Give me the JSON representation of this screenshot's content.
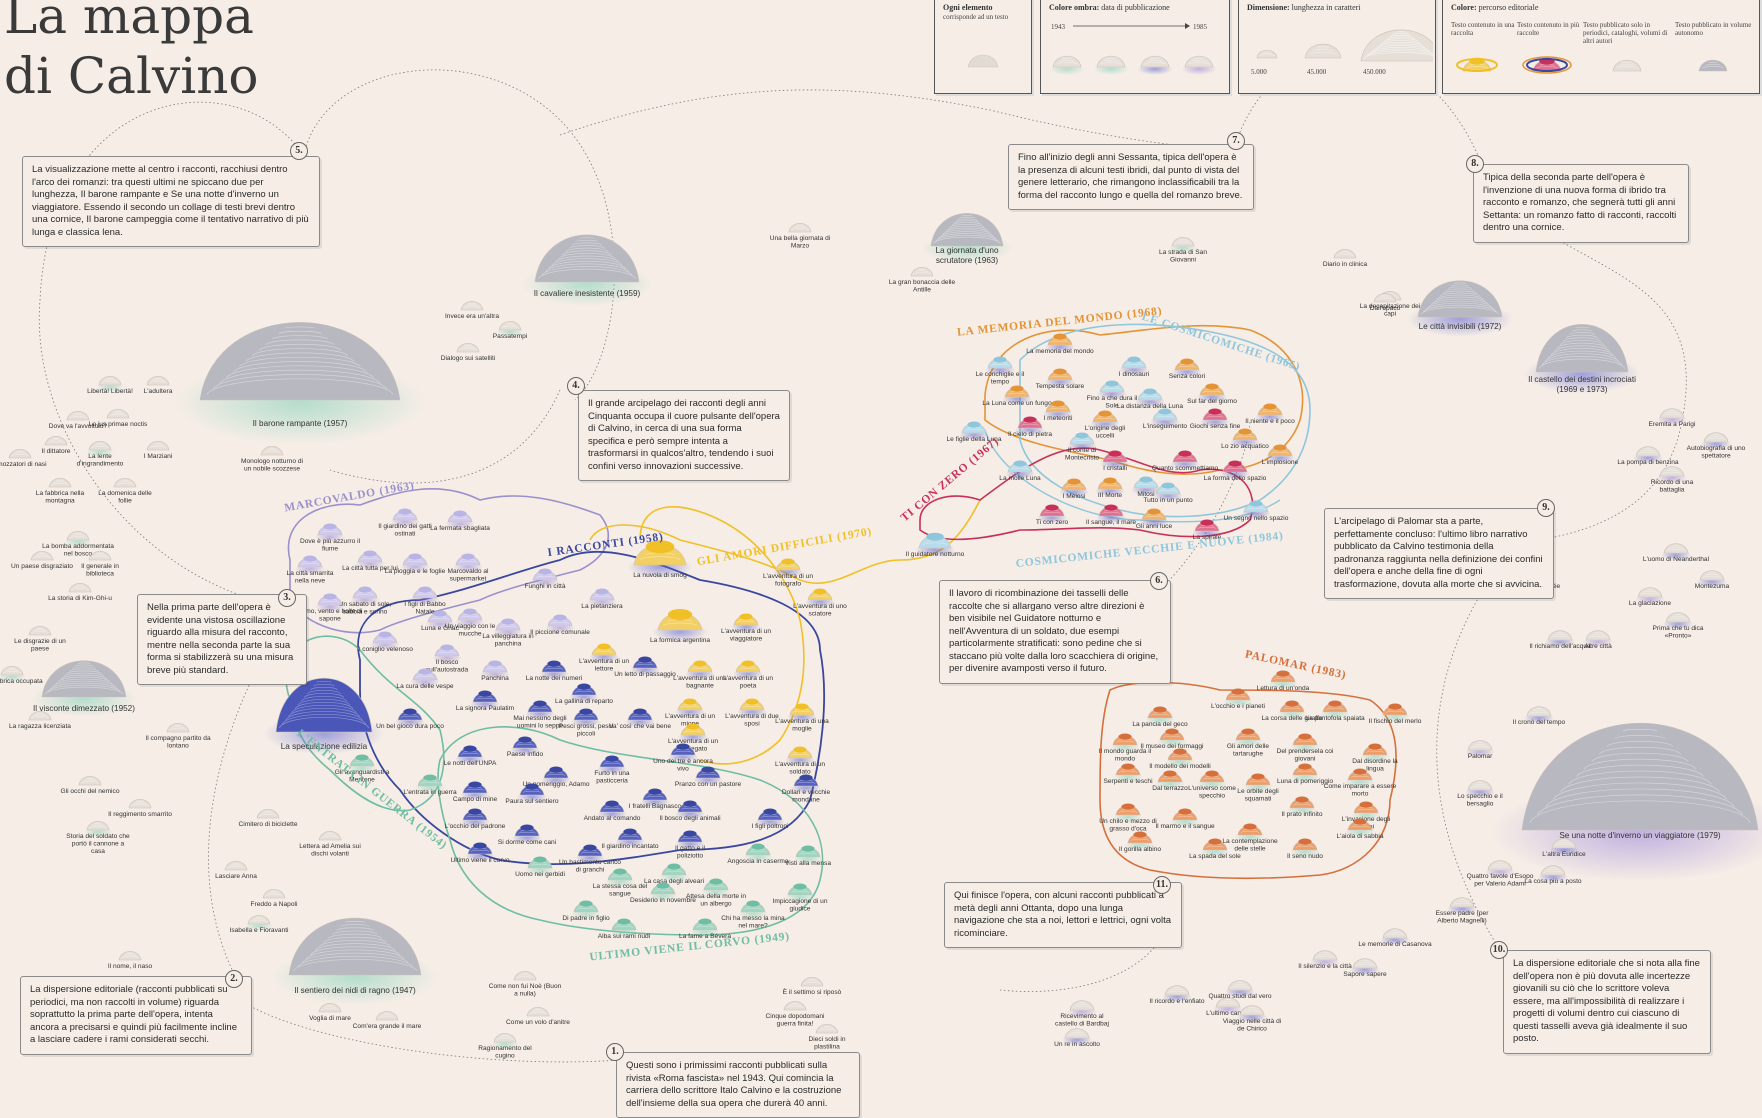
{
  "title": "La mappa\ndi Calvino",
  "legend": {
    "element": {
      "title": "Ogni elemento",
      "sub": "corrisponde ad un testo"
    },
    "shadow": {
      "title": "Colore ombra:",
      "sub": "data di pubblicazione",
      "from": "1943",
      "to": "1985"
    },
    "size": {
      "title": "Dimensione:",
      "sub": "lunghezza in caratteri",
      "values": [
        "5.000",
        "45.000",
        "450.000"
      ]
    },
    "path": {
      "title": "Colore:",
      "sub": "percorso editoriale",
      "items": [
        "Testo contenuto in una raccolta",
        "Testo contenuto in più raccolte",
        "Testo pubblicato solo in periodici, cataloghi, volumi di altri autori",
        "Testo pubblicato in volume autonomo"
      ]
    }
  },
  "colors": {
    "background": "#f5ede6",
    "blue": "#3a47a0",
    "yellow": "#f0c026",
    "teal": "#6fbda2",
    "lavender": "#9a90cc",
    "orange": "#e39436",
    "lightblue": "#8fc6dc",
    "crimson": "#c8305a",
    "rust": "#d5703c",
    "mound": "#b8b8c0",
    "mound_light": "#e6dfd8"
  },
  "notes": [
    {
      "n": "1.",
      "text": "Questi sono i primissimi racconti pubblicati sulla rivista «Roma fascista» nel 1943. Qui comincia la carriera dello scrittore Italo Calvino e la costruzione dell'insieme della sua opera che durerà 40 anni."
    },
    {
      "n": "2.",
      "text": "La dispersione editoriale (racconti pubblicati su periodici, ma non raccolti in volume) riguarda soprattutto la prima parte dell'opera, intenta ancora a precisarsi e quindi più facilmente incline a lasciare cadere i rami considerati secchi."
    },
    {
      "n": "3.",
      "text": "Nella prima parte dell'opera è evidente una vistosa oscillazione riguardo alla misura del racconto, mentre nella seconda parte la sua forma si stabilizzerà su una misura breve più standard."
    },
    {
      "n": "4.",
      "text": "Il grande arcipelago dei racconti degli anni Cinquanta occupa il cuore pulsante dell'opera di Calvino, in cerca di una sua forma specifica e però sempre intenta a trasformarsi in qualcos'altro, tendendo i suoi confini verso innovazioni successive."
    },
    {
      "n": "5.",
      "text": "La visualizzazione mette al centro i racconti, racchiusi dentro l'arco dei romanzi: tra questi ultimi ne spiccano due per lunghezza, Il barone rampante e Se una notte d'inverno un viaggiatore. Essendo il secondo un collage di testi brevi dentro una cornice, Il barone campeggia come il tentativo narrativo di più lunga e classica lena."
    },
    {
      "n": "6.",
      "text": "Il lavoro di ricombinazione dei tasselli delle raccolte che si allargano verso altre direzioni è ben visibile nel Guidatore notturno e nell'Avventura di un soldato, due esempi particolarmente stratificati: sono pedine che si staccano più volte dalla loro scacchiera di origine, per divenire avamposti verso il futuro."
    },
    {
      "n": "7.",
      "text": "Fino all'inizio degli anni Sessanta, tipica dell'opera è la presenza di alcuni testi ibridi, dal punto di vista del genere letterario, che rimangono inclassificabili tra la forma del racconto lungo e quella del romanzo breve."
    },
    {
      "n": "8.",
      "text": "Tipica della seconda parte dell'opera è l'invenzione di una nuova forma di ibrido tra racconto e romanzo, che segnerà tutti gli anni Settanta: un romanzo fatto di racconti, raccolti dentro una cornice."
    },
    {
      "n": "9.",
      "text": "L'arcipelago di Palomar sta a parte, perfettamente concluso: l'ultimo libro narrativo pubblicato da Calvino testimonia della padronanza raggiunta nella definizione dei confini dell'opera e anche della fine di ogni trasformazione, dovuta alla morte che si avvicina."
    },
    {
      "n": "10.",
      "text": "La dispersione editoriale che si nota alla fine dell'opera non è più dovuta alle incertezze giovanili su ciò che lo scrittore voleva essere, ma all'impossibilità di realizzare i progetti di volumi dentro cui ciascuno di questi tasselli aveva già idealmente il suo posto."
    },
    {
      "n": "11.",
      "text": "Qui finisce l'opera, con alcuni racconti pubblicati a metà degli anni Ottanta, dopo una lunga navigazione che sta a noi, lettori e lettrici, ogni volta ricominciare."
    }
  ],
  "groups": {
    "marcovaldo": "MARCOVALDO (1963)",
    "racconti": "I RACCONTI (1958)",
    "amori": "GLI AMORI DIFFICILI (1970)",
    "entrata": "L'ENTRATA IN GUERRA (1954)",
    "corvo": "ULTIMO VIENE IL CORVO (1949)",
    "memoria": "LA MEMORIA DEL MONDO (1968)",
    "cosmicomiche": "LE COSMICOMICHE (1965)",
    "ticonzero": "TI CON ZERO (1967)",
    "vecchie": "COSMICOMICHE VECCHIE E NUOVE (1984)",
    "palomar": "PALOMAR (1983)"
  },
  "novels": [
    "Il barone rampante (1957)",
    "Il cavaliere inesistente (1959)",
    "Il visconte dimezzato (1952)",
    "La speculazione edilizia",
    "Il sentiero dei nidi di ragno (1947)",
    "La giornata d'uno scrutatore (1963)",
    "Le città invisibili (1972)",
    "Il castello dei destini incrociati (1969 e 1973)",
    "Se una notte d'inverno un viaggiatore (1979)"
  ],
  "stories": {
    "loose_left": [
      "Libertà! Libertà!",
      "L'adultera",
      "Dove va l'avvoltoio?",
      "Lo jus primae noctis",
      "Il dittatore",
      "La lente d'ingrandimento",
      "I Marziani",
      "I mozzatori di nasi",
      "La fabbrica nella montagna",
      "La domenica delle follie",
      "La bomba addormentata nel bosco",
      "Un paese disgraziato",
      "Il generale in biblioteca",
      "La storia di Kim-Ghi-u",
      "Le disgrazie di un paese",
      "La fabbrica occupata",
      "La ragazza licenziata",
      "Il compagno partito da lontano",
      "Gli occhi del nemico",
      "Il reggimento smarrito",
      "Storia del soldato che portò il cannone a casa",
      "Cimitero di biciclette",
      "Lettera ad Amelia sui dischi volanti",
      "Lasciare Anna",
      "Freddo a Napoli",
      "Isabella e Fioravanti",
      "Voglia di mare",
      "Com'era grande il mare",
      "Come non fui Noè (Buon a nulla)",
      "Come un volo d'anitre",
      "Ragionamento del cugino",
      "È il settimo si riposò",
      "Cinque dopodomani guerra finita!",
      "Dieci soldi in plastilina",
      "Invece era un'altra",
      "Passatempi",
      "Dialogo sui satelliti",
      "Monologo notturno di un nobile scozzese",
      "Una bella giornata di Marzo",
      "La gran bonaccia delle Antille",
      "La strada di San Giovanni",
      "Diario in clinica",
      "La decapitazione dei capi",
      "Dall'opaco",
      "Il nome, il naso"
    ],
    "marcovaldo": [
      "Dove è più azzurro il fiume",
      "Il giardino dei gatti ostinati",
      "La fermata sbagliata",
      "La città smarrita nella neve",
      "La città tutta per lui",
      "La pioggia e le foglie",
      "Marcovaldo al supermarket",
      "I figli di Babbo Natale",
      "Un sabato di sole, sabbia e sonno",
      "Funghi in città",
      "Fumo, vento e bolle di sapone",
      "La pietanziera",
      "Luna e Gnac",
      "Il coniglio velenoso",
      "Il bosco sull'autostrada",
      "La cura delle vespe",
      "Il piccione comunale",
      "La villeggiatura in panchina",
      "Un viaggio con le mucche",
      "Panchina"
    ],
    "racconti": [
      "La nuvola di smog",
      "La formica argentina",
      "L'avventura di un fotografo",
      "L'avventura di uno sciatore",
      "L'avventura di un viaggiatore",
      "L'avventura di un lettore",
      "L'avventura di una bagnante",
      "L'avventura di un poeta",
      "Un letto di passaggio",
      "La notte dei numeri",
      "La gallina di reparto",
      "Mai nessuno degli uomini lo seppe",
      "La signora Paulatim",
      "L'avventura di un miope",
      "L'avventura di due sposi",
      "L'avventura di una moglie",
      "Pesci grossi, pesci piccoli",
      "Va' così che vai bene",
      "Un bel gioco dura poco",
      "L'avventura di un impiegato",
      "L'avventura di un soldato",
      "Paese infido",
      "Uno dei tre è ancora vivo",
      "Le notti dell'UNPA",
      "Furto in una pasticceria",
      "Un pomeriggio, Adamo",
      "Pranzo con un pastore",
      "Campo di mine",
      "Paura sul sentiero",
      "Dollari e vecchie mondane",
      "I fratelli Bagnasco",
      "Andato al comando",
      "Il bosco degli animali",
      "I figli poltroni",
      "L'occhio del padrone",
      "Si dorme come cani",
      "Il giardino incantato",
      "Il gatto e il poliziotto",
      "Ultimo viene il corvo",
      "Un bastimento carico di granchi",
      "Angoscia in caserma",
      "Visti alla mensa",
      "Uomo nei gerbidi",
      "La casa degli alveari",
      "La stessa cosa del sangue",
      "Desiderio in novembre",
      "Attesa della morte in un albergo",
      "Impiccagione di un giudice",
      "Di padre in figlio",
      "Chi ha messo la mina nel mare?",
      "Alba sui rami nudi",
      "La fame a Bévera",
      "Gli avanguardisti a Mentone",
      "L'entrata in guerra"
    ],
    "cosmicomiche": [
      "La memoria del mondo",
      "Le conchiglie e il tempo",
      "Tempesta solare",
      "I dinosauri",
      "Senza colori",
      "Fino a che dura il Sole",
      "La Luna come un fungo",
      "La distanza della Luna",
      "Sul far del giorno",
      "Le figlie della Luna",
      "I meteoriti",
      "Il cielo di pietra",
      "L'origine degli uccelli",
      "L'inseguimento",
      "Giochi senza fine",
      "Il niente e il poco",
      "Il conte di Montecristo",
      "I cristalli",
      "Lo zio acquatico",
      "La molle Luna",
      "Quanto scommettiamo",
      "L'implosione",
      "Il guidatore notturno",
      "Ti con zero",
      "I Meiosi",
      "Mitosi",
      "La forma dello spazio",
      "III Morte",
      "Tutto in un punto",
      "Il sangue, il mare",
      "Gli anni luce",
      "Un segno nello spazio",
      "La spirale"
    ],
    "palomar": [
      "La pancia del geco",
      "L'occhio e i pianeti",
      "La corsa delle giraffe",
      "La pantofola spaiata",
      "Il fischio del merlo",
      "Il mondo guarda il mondo",
      "Il museo dei formaggi",
      "Gli amori delle tartarughe",
      "Dal terrazzo",
      "Del prendersela coi giovani",
      "Il modello dei modelli",
      "Serpenti e teschi",
      "L'universo come specchio",
      "Le orbite degli squamati",
      "Luna di pomeriggio",
      "Come imparare a essere morto",
      "Dal disordine la lingua",
      "Un chilo e mezzo di grasso d'oca",
      "Il marmo e il sangue",
      "Il prato infinito",
      "L'invasione degli storni",
      "La contemplazione delle stelle",
      "Lettura di un'onda",
      "L'aiola di sabbia",
      "Il gorilla albino",
      "La spada del sole",
      "Il seno nudo"
    ],
    "loose_right": [
      "Eremita a Parigi",
      "La poubelle agréée",
      "Autobiografia di uno spettatore",
      "Ricordo di una battaglia",
      "L'uomo di Neanderthal",
      "Montezuma",
      "La glaciazione",
      "Prima che tu dica «Pronto»",
      "Il richiamo dell'acqua",
      "Altre città",
      "Il cronò del tempo",
      "La pompa di benzina",
      "Palomar",
      "Lo specchio e il bersaglio",
      "L'altra Euridice",
      "Quattro favole d'Esopo per Valerio Adami",
      "La cosa più a posto",
      "Le memorie di Casanova",
      "Il silenzio e la città",
      "Sapore sapere",
      "Il ricordo e l'enfiato",
      "L'ultimo canale",
      "Quattro studi dal vero",
      "Viaggio nelle città di de Chirico",
      "Ricevimento al castello di Bardbaj",
      "Un re in ascolto",
      "Essere padre (per Alberto Magnelli)"
    ]
  }
}
